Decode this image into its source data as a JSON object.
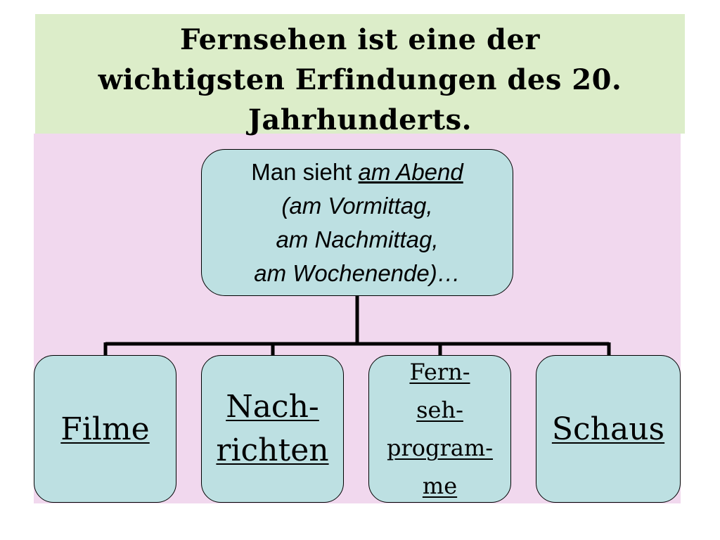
{
  "title": {
    "line1": "Fernsehen ist eine der",
    "line2": "wichtigsten Erfindungen des 20.",
    "line3": "Jahrhunderts."
  },
  "root": {
    "prefix": "Man sieht ",
    "emphasis": "am Abend ",
    "line2": "(am Vormittag,",
    "line3": "am Nachmittag,",
    "line4": "am Wochenende)…"
  },
  "leaves": [
    {
      "lines": [
        "Filme"
      ]
    },
    {
      "lines": [
        "Nach-",
        "richten"
      ]
    },
    {
      "lines": [
        "Fern- ",
        "seh-",
        "program-",
        "me"
      ]
    },
    {
      "lines": [
        "Schaus"
      ]
    }
  ],
  "colors": {
    "title_background": "#dcedc9",
    "panel_background": "#f1d8ee",
    "box_fill": "#bde0e2",
    "line_color": "#000000"
  }
}
